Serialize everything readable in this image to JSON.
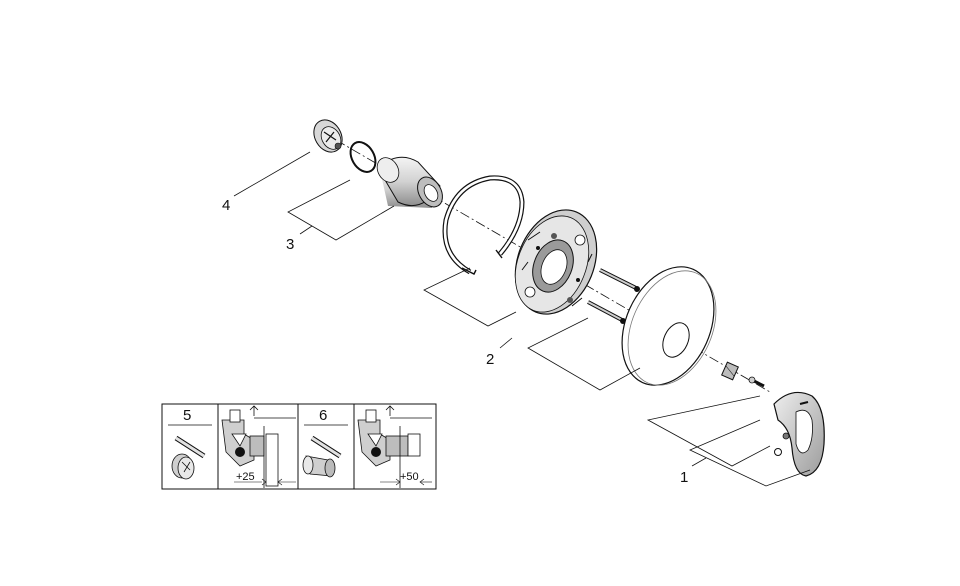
{
  "callouts": [
    {
      "id": "1",
      "label": "1"
    },
    {
      "id": "2",
      "label": "2"
    },
    {
      "id": "3",
      "label": "3"
    },
    {
      "id": "4",
      "label": "4"
    }
  ],
  "inset": {
    "panels": [
      {
        "number": "5",
        "dimension": "+25"
      },
      {
        "number": "6",
        "dimension": "+50"
      }
    ]
  },
  "colors": {
    "line": "#111111",
    "part_fill": "#dcdcdc",
    "part_shadow": "#9a9a9a",
    "background": "#ffffff"
  }
}
